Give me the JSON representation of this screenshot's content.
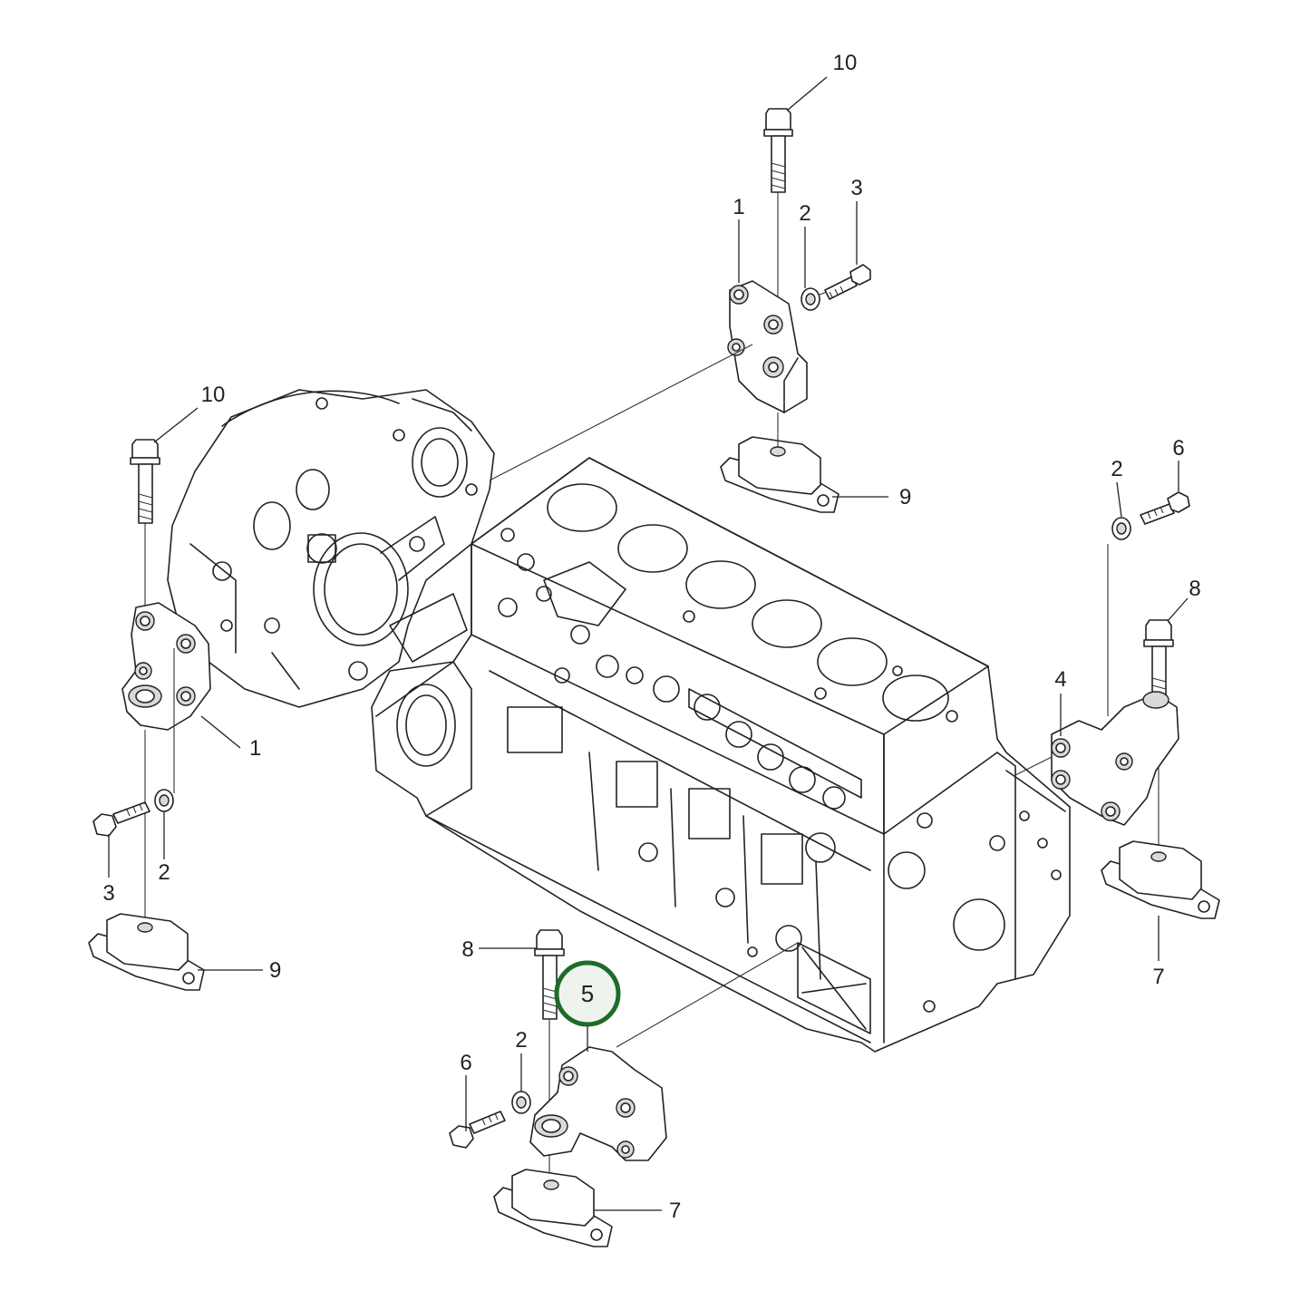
{
  "labels": {
    "top_bolt": "10",
    "top_bracket": "1",
    "top_washer": "2",
    "top_screw": "3",
    "top_mount": "9",
    "left_bolt": "10",
    "left_bracket": "1",
    "left_screw": "3",
    "left_washer": "2",
    "left_mount": "9",
    "right_washer": "2",
    "right_screw": "6",
    "right_bolt": "8",
    "right_bracket": "4",
    "right_mount": "7",
    "bottom_bolt": "8",
    "bottom_bracket": "5",
    "bottom_washer": "2",
    "bottom_screw": "6",
    "bottom_mount": "7"
  },
  "highlight": {
    "label": "5",
    "color": "#1e6b2a"
  }
}
